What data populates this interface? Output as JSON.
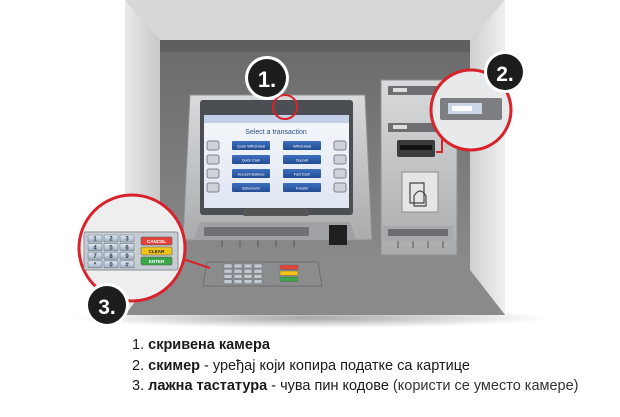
{
  "screen": {
    "title": "Select a transaction",
    "options_left": [
      "Quick Withdrawal",
      "Quick Cash",
      "Account Balance",
      "Statements"
    ],
    "options_right": [
      "Withdrawal",
      "Deposit",
      "Fast Cash",
      "Transfer"
    ]
  },
  "keypad": {
    "digits": [
      "1",
      "2",
      "3",
      "4",
      "5",
      "6",
      "7",
      "8",
      "9",
      "*",
      "0",
      "#"
    ],
    "function_keys": [
      "CANCEL",
      "CLEAR",
      "ENTER"
    ]
  },
  "markers": {
    "camera": "1.",
    "skimmer": "2.",
    "keypad": "3."
  },
  "legend": [
    {
      "num": "1.",
      "bold": "скривена камера",
      "rest": "",
      "note": ""
    },
    {
      "num": "2.",
      "bold": "скимер",
      "rest": " - уређај који копира податке са картице",
      "note": ""
    },
    {
      "num": "3.",
      "bold": "лажна тастатура",
      "rest": " - чува пин кодове ",
      "note": "(користи се уместо камере)"
    }
  ],
  "colors": {
    "highlight_red": "#d8232a",
    "screen_blue": "#2f5fae",
    "wall_gray": "#9a9a9a"
  }
}
